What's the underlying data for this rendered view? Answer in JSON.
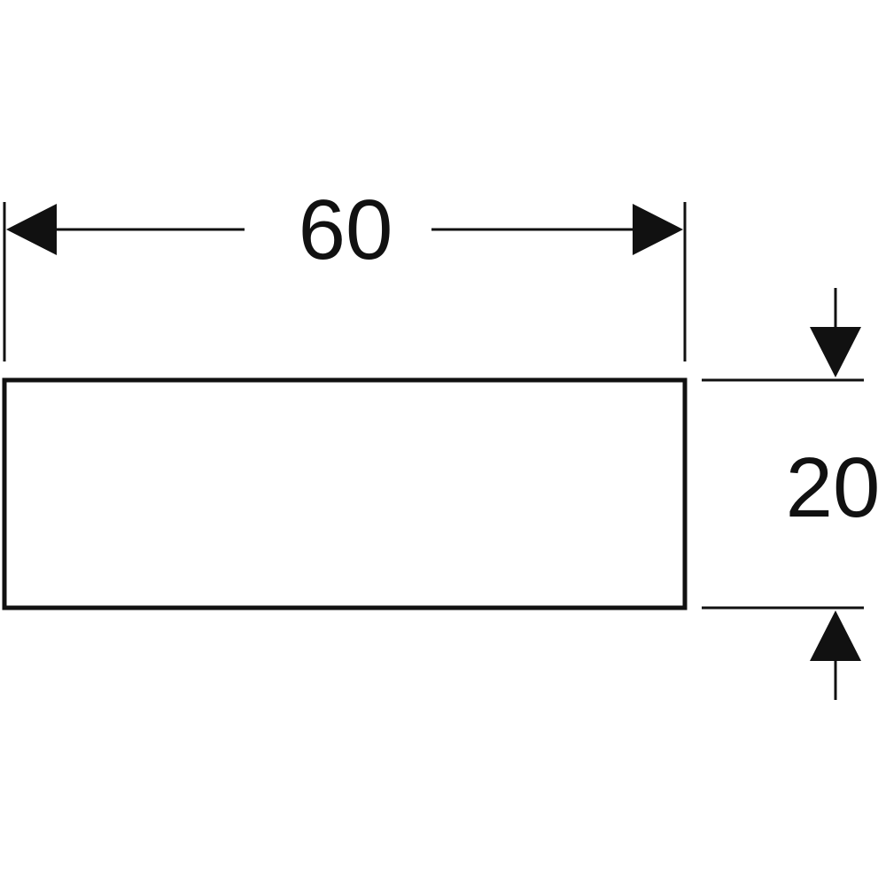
{
  "dimensions": {
    "width": {
      "label": "60",
      "value": 60
    },
    "height": {
      "label": "20",
      "value": 20
    }
  },
  "colors": {
    "line": "#111111",
    "background": "#ffffff"
  }
}
